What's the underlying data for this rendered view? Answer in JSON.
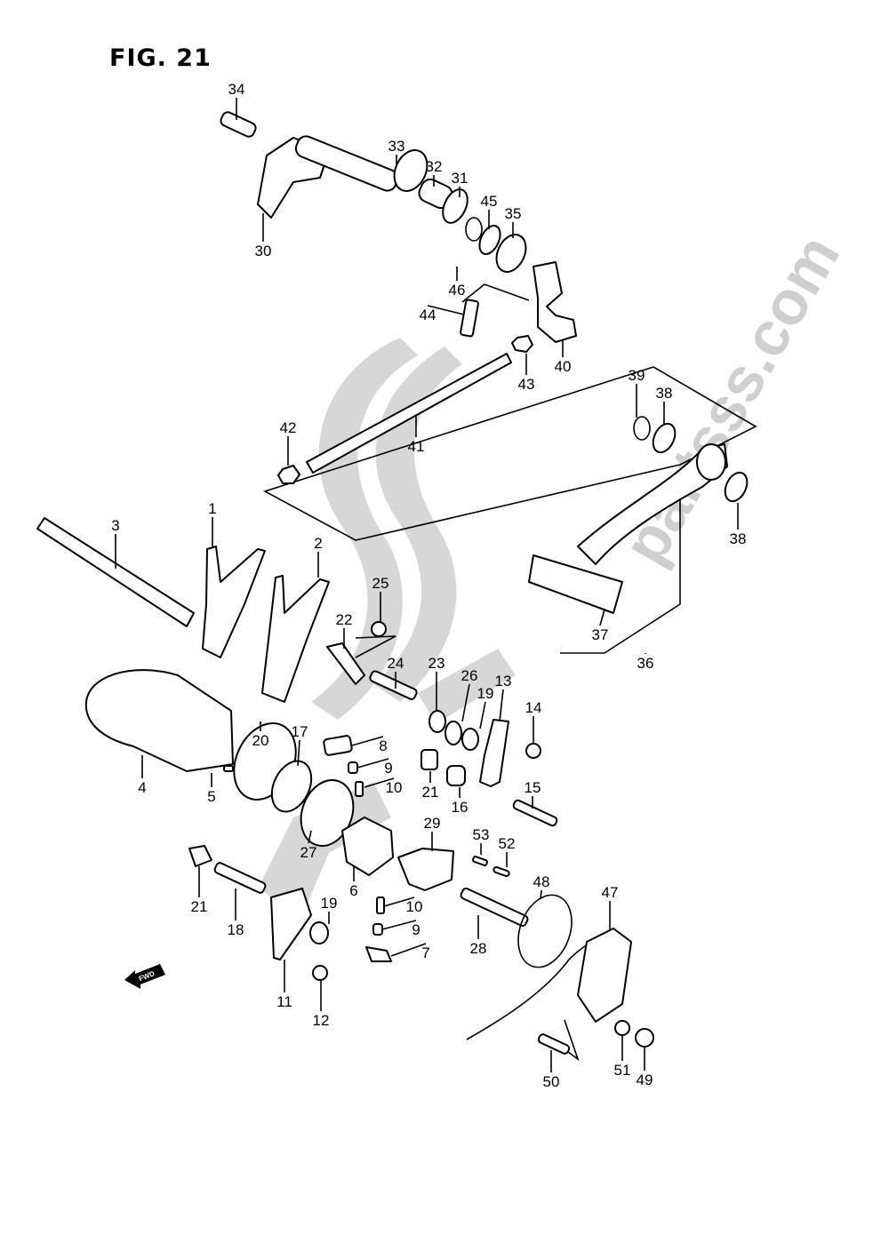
{
  "figure": {
    "title": "FIG. 21"
  },
  "watermark": {
    "text": "partsss.com",
    "color": "#c8c8c8"
  },
  "fwd_arrow": {
    "label": "FWD"
  },
  "callouts": [
    {
      "id": "c34",
      "number": "34"
    },
    {
      "id": "c30",
      "number": "30"
    },
    {
      "id": "c33",
      "number": "33"
    },
    {
      "id": "c32",
      "number": "32"
    },
    {
      "id": "c31",
      "number": "31"
    },
    {
      "id": "c45",
      "number": "45"
    },
    {
      "id": "c35",
      "number": "35"
    },
    {
      "id": "c46",
      "number": "46"
    },
    {
      "id": "c44",
      "number": "44"
    },
    {
      "id": "c40",
      "number": "40"
    },
    {
      "id": "c43",
      "number": "43"
    },
    {
      "id": "c39",
      "number": "39"
    },
    {
      "id": "c38a",
      "number": "38"
    },
    {
      "id": "c38b",
      "number": "38"
    },
    {
      "id": "c42",
      "number": "42"
    },
    {
      "id": "c41",
      "number": "41"
    },
    {
      "id": "c3",
      "number": "3"
    },
    {
      "id": "c1",
      "number": "1"
    },
    {
      "id": "c2",
      "number": "2"
    },
    {
      "id": "c25",
      "number": "25"
    },
    {
      "id": "c22",
      "number": "22"
    },
    {
      "id": "c37",
      "number": "37"
    },
    {
      "id": "c36",
      "number": "36"
    },
    {
      "id": "c24",
      "number": "24"
    },
    {
      "id": "c23",
      "number": "23"
    },
    {
      "id": "c26",
      "number": "26"
    },
    {
      "id": "c19a",
      "number": "19"
    },
    {
      "id": "c13",
      "number": "13"
    },
    {
      "id": "c14",
      "number": "14"
    },
    {
      "id": "c20",
      "number": "20"
    },
    {
      "id": "c17",
      "number": "17"
    },
    {
      "id": "c8",
      "number": "8"
    },
    {
      "id": "c9a",
      "number": "9"
    },
    {
      "id": "c10a",
      "number": "10"
    },
    {
      "id": "c21a",
      "number": "21"
    },
    {
      "id": "c16",
      "number": "16"
    },
    {
      "id": "c15",
      "number": "15"
    },
    {
      "id": "c4",
      "number": "4"
    },
    {
      "id": "c5",
      "number": "5"
    },
    {
      "id": "c27",
      "number": "27"
    },
    {
      "id": "c6",
      "number": "6"
    },
    {
      "id": "c29",
      "number": "29"
    },
    {
      "id": "c53",
      "number": "53"
    },
    {
      "id": "c52",
      "number": "52"
    },
    {
      "id": "c48",
      "number": "48"
    },
    {
      "id": "c47",
      "number": "47"
    },
    {
      "id": "c21b",
      "number": "21"
    },
    {
      "id": "c18",
      "number": "18"
    },
    {
      "id": "c19b",
      "number": "19"
    },
    {
      "id": "c10b",
      "number": "10"
    },
    {
      "id": "c9b",
      "number": "9"
    },
    {
      "id": "c7",
      "number": "7"
    },
    {
      "id": "c28",
      "number": "28"
    },
    {
      "id": "c11",
      "number": "11"
    },
    {
      "id": "c12",
      "number": "12"
    },
    {
      "id": "c50",
      "number": "50"
    },
    {
      "id": "c51",
      "number": "51"
    },
    {
      "id": "c49",
      "number": "49"
    }
  ]
}
